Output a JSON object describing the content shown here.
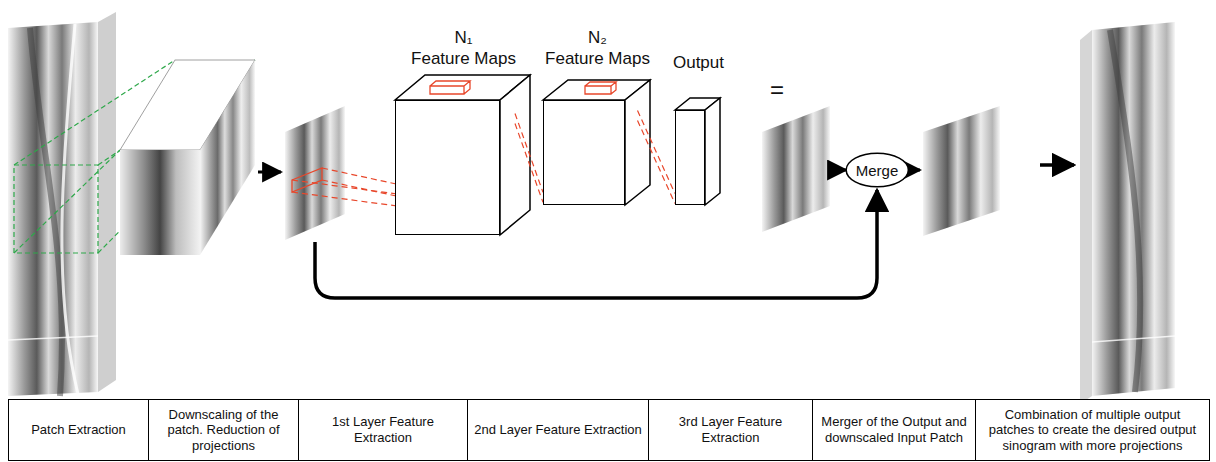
{
  "diagram": {
    "nodes": [
      {
        "text": [
          "N₁",
          "Feature Maps"
        ]
      },
      {
        "text": [
          "N₂",
          "Feature Maps"
        ]
      },
      {
        "text": [
          "Output"
        ]
      },
      {
        "text": [
          "Merge"
        ]
      },
      {
        "text": [
          "Patch Extraction"
        ]
      },
      {
        "text": [
          "Downscaling of the patch. Reduction of projections"
        ]
      },
      {
        "text": [
          "1st Layer Feature Extraction"
        ]
      },
      {
        "text": [
          "2nd Layer Feature Extraction"
        ]
      },
      {
        "text": [
          "3rd Layer Feature Extraction"
        ]
      },
      {
        "text": [
          "Merger of the Output and downscaled Input Patch"
        ]
      },
      {
        "text": [
          "Combination of multiple output patches to create the desired output sinogram with more projections"
        ]
      }
    ],
    "edges": [
      {
        "from": 0,
        "to": 1,
        "arrow": "none"
      },
      {
        "from": 1,
        "to": 2,
        "arrow": "none"
      }
    ],
    "labels": [
      "="
    ]
  }
}
